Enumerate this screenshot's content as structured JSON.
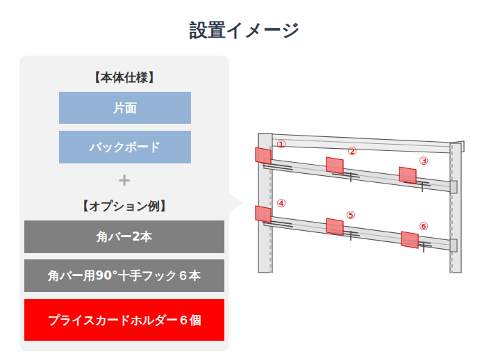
{
  "diagram": {
    "title": "設置イメージ",
    "nodes": [
      {
        "text": [
          "【本体仕様】",
          "+",
          "【オプション例】"
        ]
      },
      {
        "text": [
          "片面"
        ],
        "in": 0
      },
      {
        "text": [
          "バックボード"
        ],
        "in": 0
      },
      {
        "text": [
          "角バー2本"
        ],
        "in": 0
      },
      {
        "text": [
          "角バー用90°十手フック６本"
        ],
        "in": 0
      },
      {
        "text": [
          "プライスカードホルダー６個"
        ],
        "in": 0
      }
    ],
    "labels": [
      "①",
      "②",
      "③",
      "④",
      "⑤",
      "⑥"
    ]
  }
}
